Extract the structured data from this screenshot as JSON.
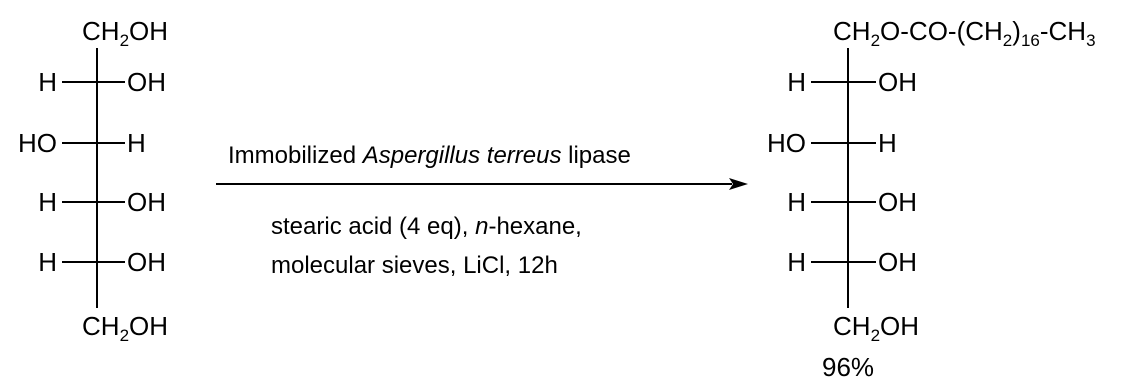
{
  "reactant": {
    "top": {
      "main": "CH",
      "sub": "2",
      "end": "OH"
    },
    "rows": [
      {
        "left": "H",
        "right": "OH"
      },
      {
        "left": "HO",
        "right": "H"
      },
      {
        "left": "H",
        "right": "OH"
      },
      {
        "left": "H",
        "right": "OH"
      }
    ],
    "bottom": {
      "main": "CH",
      "sub": "2",
      "end": "OH"
    }
  },
  "arrow": {
    "above": {
      "pre": "Immobilized ",
      "italic": "Aspergillus terreus",
      "post": " lipase"
    },
    "below_line1": {
      "pre": "stearic acid (4 eq), ",
      "italic": "n",
      "post": "-hexane,"
    },
    "below_line2": "molecular sieves, LiCl, 12h"
  },
  "product": {
    "top": {
      "p1": "CH",
      "s1": "2",
      "p2": "O-CO-(CH",
      "s2": "2",
      "p3": ")",
      "s3": "16",
      "p4": "-CH",
      "s4": "3"
    },
    "rows": [
      {
        "left": "H",
        "right": "OH"
      },
      {
        "left": "HO",
        "right": "H"
      },
      {
        "left": "H",
        "right": "OH"
      },
      {
        "left": "H",
        "right": "OH"
      }
    ],
    "bottom": {
      "main": "CH",
      "sub": "2",
      "end": "OH"
    },
    "yield": "96%"
  }
}
